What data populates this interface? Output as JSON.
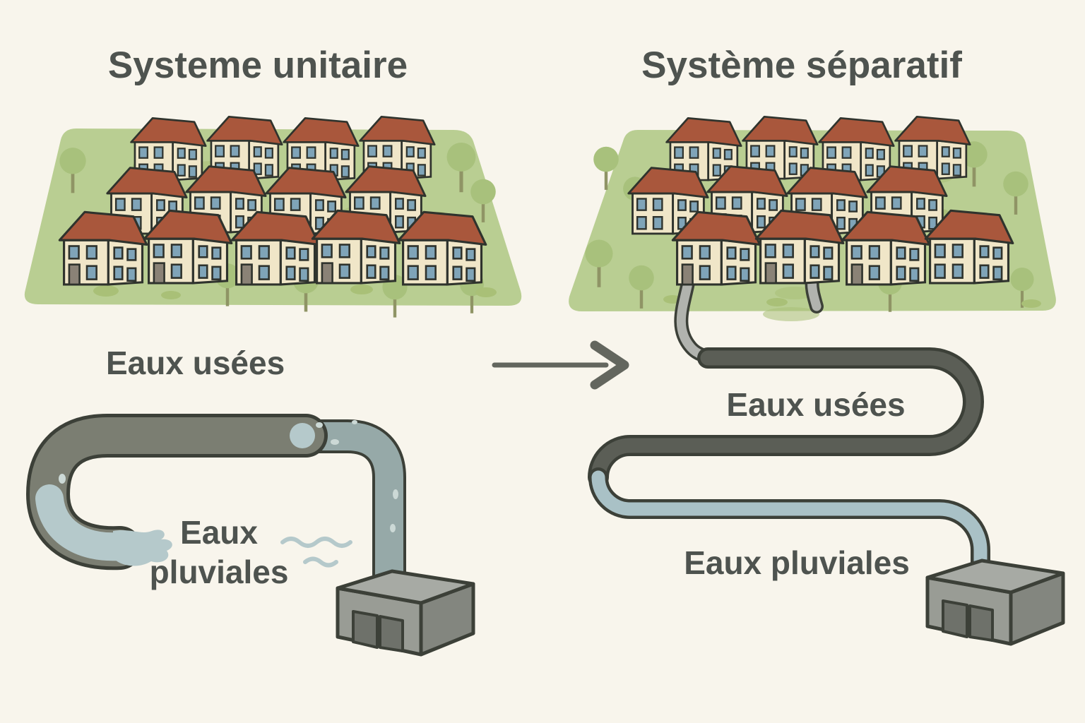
{
  "scene_type": "sewer-system-comparison-diagram",
  "titles": {
    "left": "Systeme unitaire",
    "right": "Système séparatif"
  },
  "labels": {
    "left_wastewater": "Eaux usées",
    "left_stormwater_line1": "Eaux",
    "left_stormwater_line2": "pluviales",
    "right_wastewater": "Eaux usées",
    "right_stormwater": "Eaux pluviales"
  },
  "scene": {
    "left_house_count": 13,
    "right_house_count": 12,
    "left_treatment_plants": 1,
    "right_treatment_plants": 1,
    "arrow_direction": "left-to-right"
  },
  "colors": {
    "background": "#f8f5ec",
    "text": "#4e534f",
    "grass": "#b9ce92",
    "grass_dark": "#a9c077",
    "roof": "#a9573c",
    "wall": "#f0e6c8",
    "window": "#7fa4b8",
    "door": "#8a8276",
    "line": "#2f332d",
    "tree": "#a8c17c",
    "trunk": "#8f9465",
    "outline_dark": "#3c4038",
    "pipe_dark_left": "#7b7e72",
    "pipe_dark_right": "#5b5e56",
    "pipe_blue_left": "#96a9a8",
    "pipe_blue_right": "#a9c1c6",
    "water": "#b5c9cb",
    "water_light": "#ccd9d6",
    "drain": "#b1b3ae",
    "bldg_top": "#a7aaa4",
    "bldg_front": "#999c95",
    "bldg_side": "#83867f",
    "bldg_door": "#6e716a",
    "arrow": "#63665e"
  }
}
